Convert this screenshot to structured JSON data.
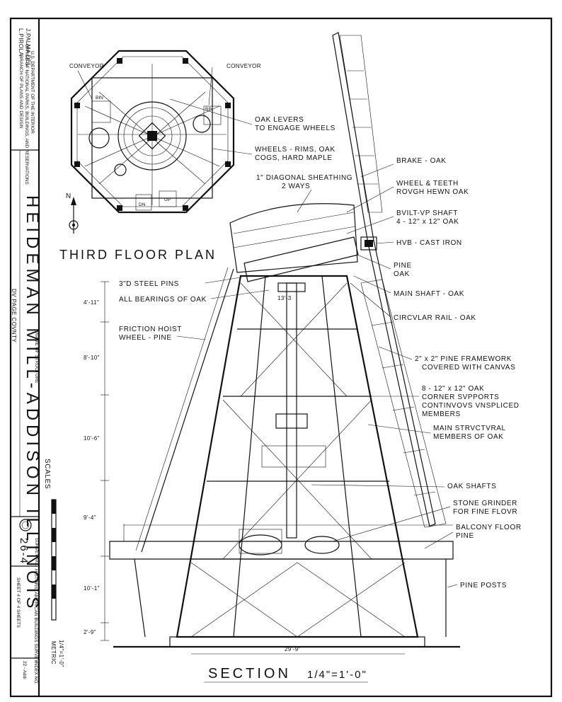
{
  "title_block": {
    "drawn_by": "L.PIROLA",
    "drawn_by_2": "J.PALMA DEL.",
    "agency_1": "U.S. DEPARTMENT OF THE INTERIOR",
    "agency_2": "OFFICE OF NATIONAL PARKS, BUILDINGS, AND RESERVATIONS",
    "agency_3": "BRANCH OF PLANS AND DESIGN",
    "structure_name": "HEIDEMAN MILL-ADDISON ILLINOIS",
    "county": "DV PAGE COVNTY",
    "name_label": "NAME OF STRUCTURE",
    "survey_label": "SURVEY NO.",
    "survey_no": "26-4",
    "habs": "HISTORIC AMERICAN BUILDINGS SURVEY",
    "sheet": "SHEET 4 OF 4 SHEETS",
    "index_label": "INDEX NO.",
    "index_no": "22 - Addi",
    "scales_label": "SCALES",
    "scale_imperial": "1/4\"=1'-0\"",
    "scale_metric": "METRIC"
  },
  "plan": {
    "title": "THIRD FLOOR PLAN",
    "conveyor_left": "CONVEYOR",
    "conveyor_right": "CONVEYOR",
    "bin_left": "BIN",
    "bin_right": "BIN",
    "dn": "DN",
    "up": "UP",
    "north": "N"
  },
  "plan_notes": {
    "oak_levers": "OAK LEVERS",
    "oak_levers_2": "TO ENGAGE WHEELS",
    "wheels": "WHEELS - RIMS, OAK",
    "wheels_2": "COGS, HARD MAPLE",
    "sheathing": "1\" DIAGONAL SHEATHING",
    "sheathing_2": "2 WAYS"
  },
  "section": {
    "title": "SECTION",
    "scale": "1/4\"=1'-0\"",
    "base_width": "29'-9\"",
    "cap_dim": "13'-3",
    "left_notes": {
      "steel_pins": "3\"D STEEL PINS",
      "bearings": "ALL BEARINGS OF OAK",
      "hoist": "FRICTION HOIST",
      "hoist_2": "WHEEL - PINE"
    },
    "right_notes": {
      "brake": "BRAKE - OAK",
      "wheel_teeth": "WHEEL & TEETH",
      "wheel_teeth_2": "ROVGH HEWN OAK",
      "shaft": "BVILT-VP SHAFT",
      "shaft_2": "4 - 12\" x 12\" OAK",
      "hub": "HVB - CAST IRON",
      "pine": "PINE",
      "pine_2": "OAK",
      "main_shaft": "MAIN SHAFT - OAK",
      "rail": "CIRCVLAR RAIL - OAK",
      "framework": "2\" x 2\" PINE FRAMEWORK",
      "framework_2": "COVERED WITH CANVAS",
      "corner": "8 - 12\" x 12\" OAK",
      "corner_2": "CORNER SVPPORTS",
      "corner_3": "CONTINVOVS VNSPLICED",
      "corner_4": "MEMBERS",
      "structural": "MAIN STRVCTVRAL",
      "structural_2": "MEMBERS OF OAK",
      "oak_shafts": "OAK SHAFTS",
      "grinder": "STONE GRINDER",
      "grinder_2": "FOR FINE FLOVR",
      "balcony": "BALCONY FLOOR",
      "balcony_2": "PINE",
      "posts": "PINE POSTS"
    },
    "heights": [
      "4'-11\"",
      "8'-10\"",
      "10'-6\"",
      "9'-4\"",
      "10'-1\"",
      "2'-9\""
    ]
  }
}
